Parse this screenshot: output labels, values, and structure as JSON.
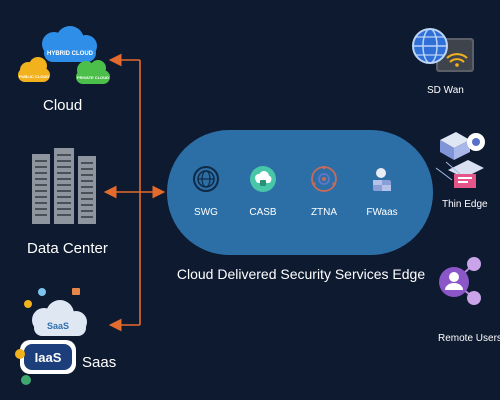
{
  "left": {
    "cloud": {
      "label": "Cloud",
      "badges": [
        "HYBRID CLOUD",
        "PUBLIC CLOUD",
        "PRIVATE CLOUD"
      ]
    },
    "datacenter": {
      "label": "Data Center"
    },
    "saas": {
      "label": "Saas",
      "badges": [
        "SaaS",
        "IaaS"
      ]
    }
  },
  "center": {
    "caption": "Cloud Delivered Security Services Edge",
    "services": [
      {
        "label": "SWG",
        "icon": "globe-gear-icon"
      },
      {
        "label": "CASB",
        "icon": "cloud-lock-icon"
      },
      {
        "label": "ZTNA",
        "icon": "network-gear-icon"
      },
      {
        "label": "FWaas",
        "icon": "firewall-user-icon"
      }
    ]
  },
  "right": {
    "sdwan": {
      "label": "SD Wan"
    },
    "thinedge": {
      "label": "Thin Edge"
    },
    "remote": {
      "label": "Remote Users"
    }
  },
  "colors": {
    "background": "#0e1a30",
    "connector": "#e46a2e",
    "pill": "#2c6ea6",
    "text": "#ffffff"
  }
}
